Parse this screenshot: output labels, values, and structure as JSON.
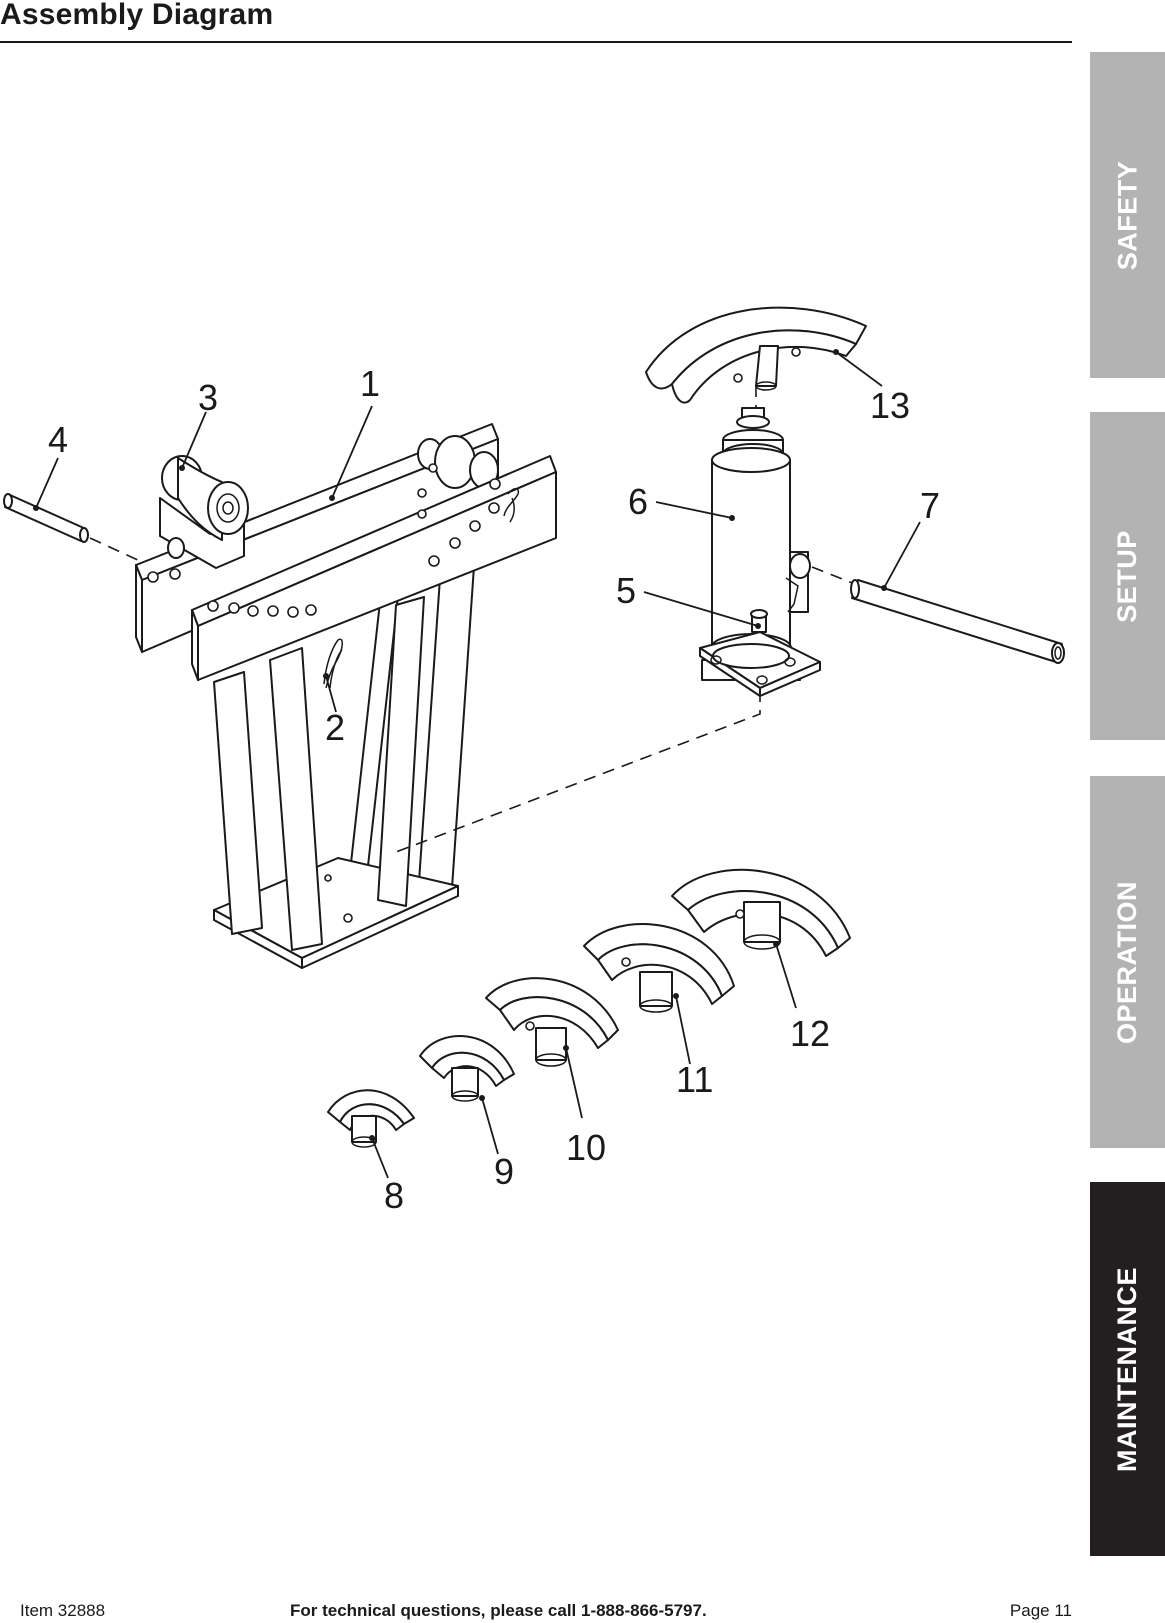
{
  "page": {
    "title": "Assembly Diagram"
  },
  "side_tabs": [
    {
      "label": "SAFETY",
      "active": false
    },
    {
      "label": "SETUP",
      "active": false
    },
    {
      "label": "OPERATION",
      "active": false
    },
    {
      "label": "MAINTENANCE",
      "active": true
    }
  ],
  "colors": {
    "tab_inactive": "#b3b3b3",
    "tab_active": "#231f20",
    "ink": "#1a1a1a"
  },
  "diagram": {
    "callouts": [
      "1",
      "2",
      "3",
      "4",
      "5",
      "6",
      "7",
      "8",
      "9",
      "10",
      "11",
      "12",
      "13"
    ]
  },
  "footer": {
    "item": "Item 32888",
    "tech": "For technical questions, please call 1-888-866-5797.",
    "page": "Page 11"
  }
}
